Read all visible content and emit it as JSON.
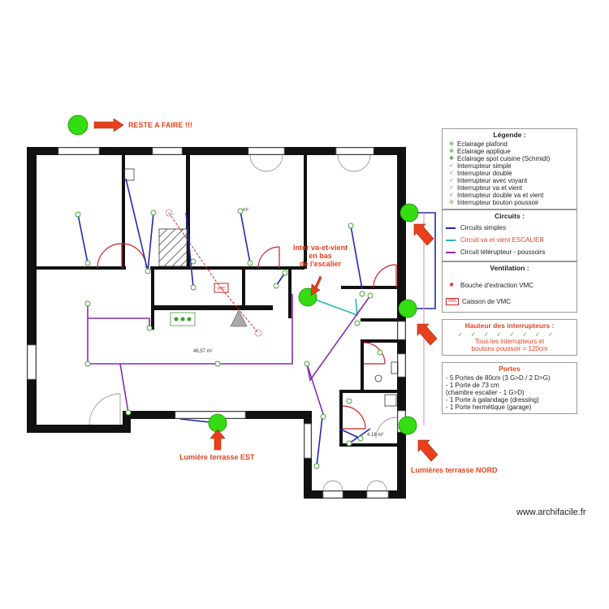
{
  "callouts": {
    "reste_a_faire": "RESTE A FAIRE !!!",
    "inter_line1": "Inter va-et-vient",
    "inter_line2": "en bas",
    "inter_line3": "de l'escalier",
    "lumiere_est": "Lumière terrasse EST",
    "lumieres_nord": "Lumières terrasse NORD"
  },
  "legend": {
    "title": "Légende :",
    "items": [
      "Eclairage plafond",
      "Eclairage applique",
      "Eclairage spot cuisine (Schmidt)",
      "Interrupteur simple",
      "Interrupteur double",
      "Interrupteur avec voyant",
      "Interrupteur va et vient",
      "Interrupteur double va et vient",
      "Interrupteur bouton poussoir"
    ]
  },
  "circuits": {
    "title": "Circuits :",
    "items": [
      {
        "label": "Circuits simples",
        "color": "#2228b0"
      },
      {
        "label": "Circuit va et vient ESCALIER",
        "color": "#27b6b6"
      },
      {
        "label": "Circuit télérupteur - poussoirs",
        "color": "#8a2bb0"
      }
    ]
  },
  "ventilation": {
    "title": "Ventilation :",
    "bouche": "Bouche d'extraction VMC",
    "caisson": "Caisson de VMC",
    "vmc_tag": "VMC"
  },
  "hauteur": {
    "title": "Hauteur des interrupteurs :",
    "note_line1": "Tous les interrupteurs et",
    "note_line2": "boutons poussoir = 120cm"
  },
  "portes": {
    "title": "Portes",
    "lines": [
      "- 5 Portes de 80cm (3 G>D / 2 D>G)",
      "- 1 Porte de 73 cm",
      "(chambre escalier - 1 G>D)",
      "- 1 Porte à galandage (dressing)",
      "- 1 Porte hermétique (garage)"
    ]
  },
  "areas": {
    "main": "46,57 m²",
    "small": "4,18 m²",
    "bedroom": "m²"
  },
  "watermark": "www.archifacile.fr",
  "colors": {
    "wall": "#111111",
    "accent": "#e8401c",
    "highlight": "#33dd11",
    "simple": "#2228b0",
    "vaetvient": "#27b6b6",
    "telerupteur": "#8a2bb0",
    "door": "#cc2222"
  }
}
